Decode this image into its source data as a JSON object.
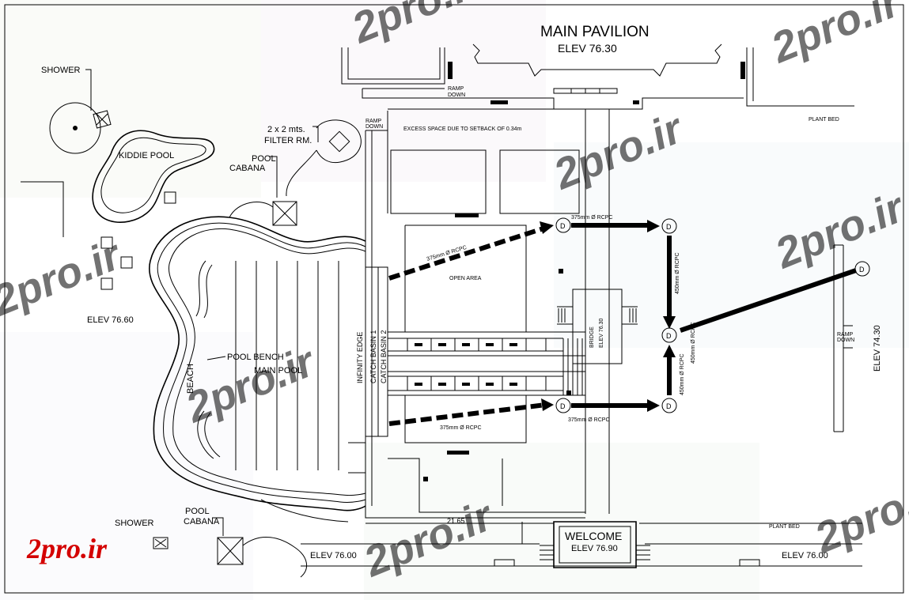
{
  "watermark": "2pro.ir",
  "logo": "2pro.ir",
  "title": "MAIN PAVILION",
  "title_elev": "ELEV 76.30",
  "labels": {
    "shower_top": "SHOWER",
    "kiddie_pool": "KIDDIE POOL",
    "filter_rm_1": "2 x 2 mts.",
    "filter_rm_2": "FILTER RM.",
    "pool_cabana_1": "POOL",
    "pool_cabana_2": "CABANA",
    "elev_left": "ELEV 76.60",
    "pool_bench": "POOL BENCH",
    "main_pool": "MAIN POOL",
    "beach": "BEACH",
    "infinity_edge": "INFINITY EDGE",
    "catch_basin_1": "CATCH BASIN 1",
    "catch_basin_2": "CATCH BASIN 2",
    "excess_space": "EXCESS SPACE DUE TO SETBACK OF 0.34m",
    "open_area": "OPEN AREA",
    "bridge": "BRIDGE",
    "bridge_elev": "ELEV 76.30",
    "ramp_down": "RAMP",
    "ramp_down_2": "DOWN",
    "plant_bed": "PLANT BED",
    "welcome": "WELCOME",
    "welcome_elev": "ELEV 76.90",
    "elev_bottom_left": "ELEV 76.00",
    "elev_bottom_right": "ELEV 76.00",
    "elev_right": "ELEV 74.30",
    "dim_21_65": "21.65",
    "pipe_375_top": "375mm Ø RCPC",
    "pipe_375_top2": "375mm Ø RCPC",
    "pipe_375_bot": "375mm Ø RCPC",
    "pipe_375_bot2": "375mm Ø RCPC",
    "pipe_450_a": "450mm Ø RCPC",
    "pipe_450_b": "450mm Ø RCPC",
    "pipe_450_c": "450mm Ø RCPC",
    "drain": "D",
    "shower_bottom": "SHOWER",
    "pool_cabana_b1": "POOL",
    "pool_cabana_b2": "CABANA"
  }
}
